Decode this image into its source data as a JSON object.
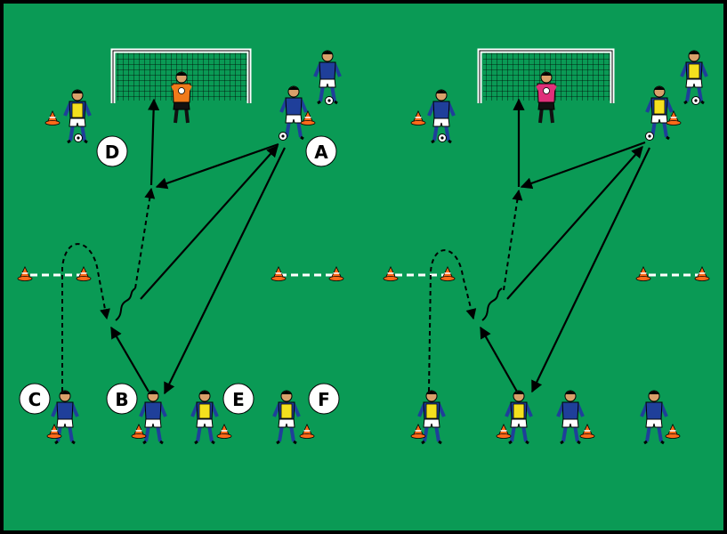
{
  "colors": {
    "border": "#000000",
    "pitch": "#0a9a55",
    "blue_kit": "#1f3f9a",
    "yellow_bib": "#f4e01e",
    "keeper_left": "#f07a1a",
    "keeper_right": "#e0307a",
    "shorts": "#ffffff",
    "cone": "#ff6a1a",
    "line": "#000000",
    "marker": "#ffffff"
  },
  "labels": {
    "a": "A",
    "b": "B",
    "c": "C",
    "d": "D",
    "e": "E",
    "f": "F"
  },
  "players_left": [
    {
      "id": "D",
      "kit": "yellow_bib"
    },
    {
      "id": "A",
      "kit": "blue_kit"
    },
    {
      "id": "A2",
      "kit": "blue_kit"
    },
    {
      "id": "C",
      "kit": "blue_kit"
    },
    {
      "id": "B",
      "kit": "blue_kit"
    },
    {
      "id": "E",
      "kit": "yellow_bib"
    },
    {
      "id": "F",
      "kit": "yellow_bib"
    }
  ],
  "players_right": [
    {
      "id": "D",
      "kit": "blue_kit"
    },
    {
      "id": "A",
      "kit": "yellow_bib"
    },
    {
      "id": "A2",
      "kit": "yellow_bib"
    },
    {
      "id": "C",
      "kit": "yellow_bib"
    },
    {
      "id": "B",
      "kit": "yellow_bib"
    },
    {
      "id": "E",
      "kit": "blue_kit"
    },
    {
      "id": "F",
      "kit": "blue_kit"
    }
  ]
}
